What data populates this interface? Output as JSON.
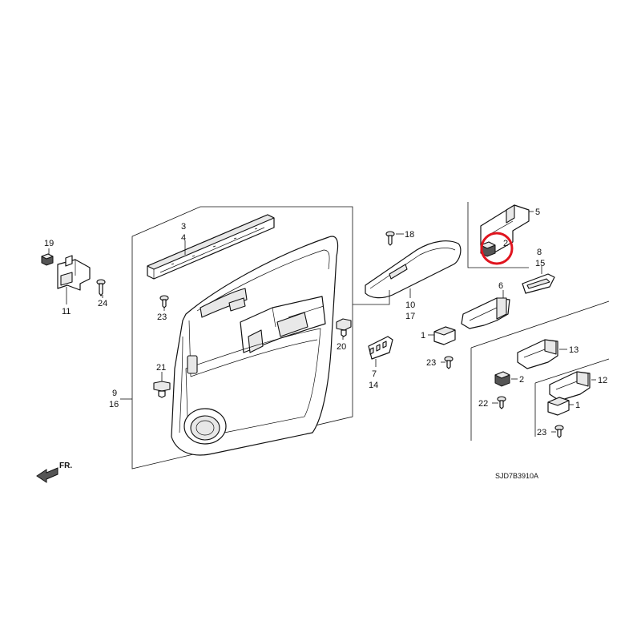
{
  "labels": {
    "p19": "19",
    "p11": "11",
    "p24": "24",
    "p3": "3",
    "p4": "4",
    "p23a": "23",
    "p9": "9",
    "p16": "16",
    "p21": "21",
    "p20": "20",
    "p18": "18",
    "p10": "10",
    "p17": "17",
    "p7": "7",
    "p14": "14",
    "p5": "5",
    "p2a": "2",
    "p8": "8",
    "p15": "15",
    "p6": "6",
    "p1a": "1",
    "p23b": "23",
    "p13": "13",
    "p2b": "2",
    "p22": "22",
    "p12": "12",
    "p1b": "1",
    "p23c": "23"
  },
  "direction_arrow": "FR.",
  "diagram_code": "SJD7B3910A",
  "highlight_color": "#e0141e"
}
